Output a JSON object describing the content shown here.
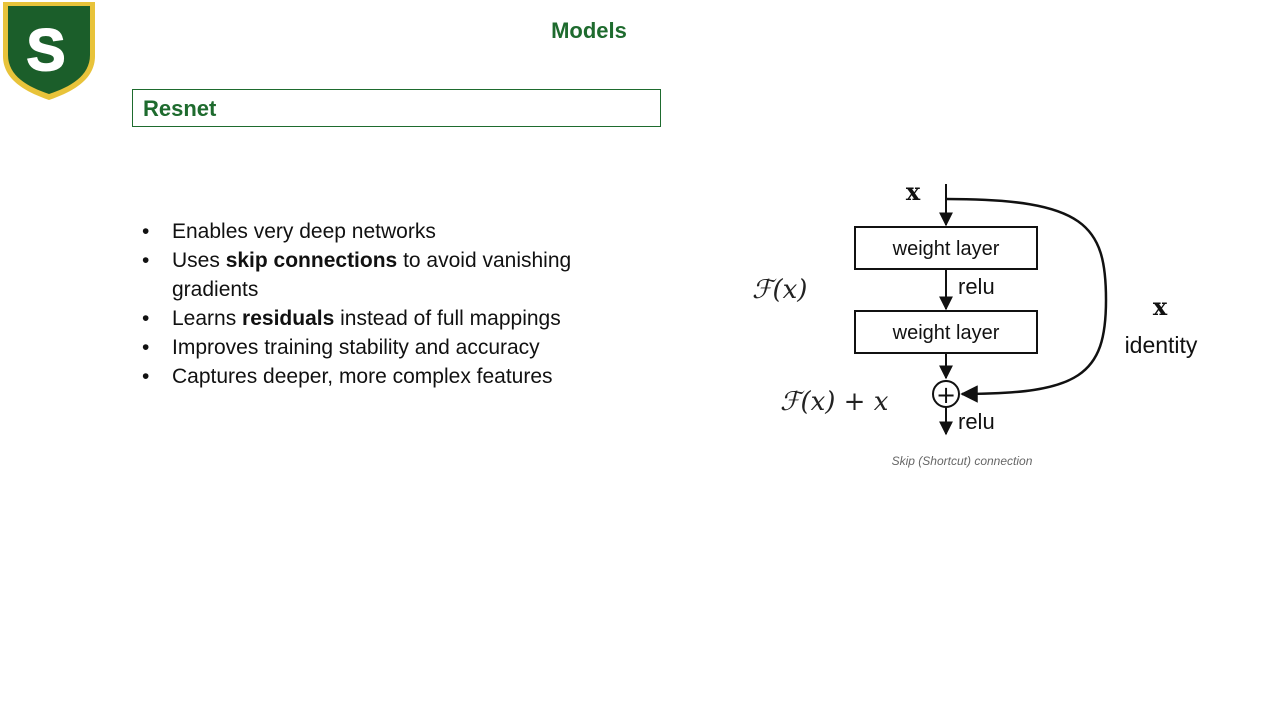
{
  "slide": {
    "title": "Models",
    "section_title": "Resnet"
  },
  "logo": {
    "letter": "S",
    "colors": {
      "shield": "#1b5e2a",
      "border": "#e8c33a",
      "letter": "#ffffff"
    }
  },
  "bullets": [
    {
      "parts": [
        {
          "text": "Enables very deep networks",
          "bold": false
        }
      ]
    },
    {
      "parts": [
        {
          "text": "Uses ",
          "bold": false
        },
        {
          "text": "skip connections",
          "bold": true
        },
        {
          "text": " to avoid vanishing gradients",
          "bold": false
        }
      ]
    },
    {
      "parts": [
        {
          "text": "Learns ",
          "bold": false
        },
        {
          "text": "residuals",
          "bold": true
        },
        {
          "text": " instead of full mappings",
          "bold": false
        }
      ]
    },
    {
      "parts": [
        {
          "text": "Improves training stability and accuracy",
          "bold": false
        }
      ]
    },
    {
      "parts": [
        {
          "text": "Captures deeper, more complex features",
          "bold": false
        }
      ]
    }
  ],
  "diagram": {
    "input_label": "x",
    "layer1_label": "weight layer",
    "relu_mid_label": "relu",
    "layer2_label": "weight layer",
    "fx_label": "ℱ(x)",
    "fx_plus_x_label": "ℱ(x) + x",
    "relu_out_label": "relu",
    "shortcut_x_label": "x",
    "identity_label": "identity",
    "add_symbol": "+"
  },
  "caption": "Skip (Shortcut) connection",
  "colors": {
    "accent": "#1e6b2e",
    "text": "#111111",
    "caption": "#666666"
  }
}
